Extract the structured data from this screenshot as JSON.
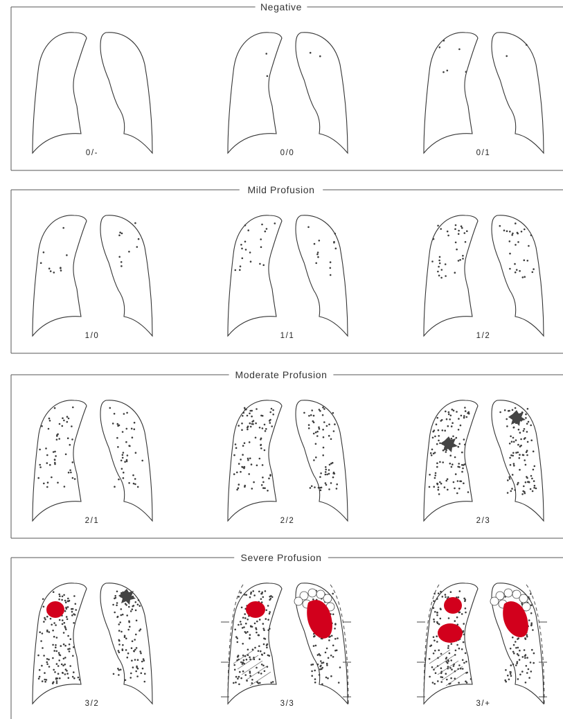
{
  "sections": [
    {
      "title": "Negative",
      "items": [
        {
          "grade": "0/-",
          "level": 0,
          "extra": "none"
        },
        {
          "grade": "0/0",
          "level": 1,
          "extra": "none"
        },
        {
          "grade": "0/1",
          "level": 2,
          "extra": "none"
        }
      ]
    },
    {
      "title": "Mild Profusion",
      "items": [
        {
          "grade": "1/0",
          "level": 3,
          "extra": "none"
        },
        {
          "grade": "1/1",
          "level": 4,
          "extra": "none"
        },
        {
          "grade": "1/2",
          "level": 5,
          "extra": "none"
        }
      ]
    },
    {
      "title": "Moderate Profusion",
      "items": [
        {
          "grade": "2/1",
          "level": 6,
          "extra": "none"
        },
        {
          "grade": "2/2",
          "level": 7,
          "extra": "none"
        },
        {
          "grade": "2/3",
          "level": 8,
          "extra": "clusters"
        }
      ]
    },
    {
      "title": "Severe Profusion",
      "items": [
        {
          "grade": "3/2",
          "level": 9,
          "extra": "one-mass"
        },
        {
          "grade": "3/3",
          "level": 10,
          "extra": "masses-bullae"
        },
        {
          "grade": "3/+",
          "level": 11,
          "extra": "masses-bullae-plus"
        }
      ]
    }
  ],
  "colors": {
    "mass": "#d2001c",
    "dots": "#3c3c3c",
    "outline": "#333333"
  }
}
